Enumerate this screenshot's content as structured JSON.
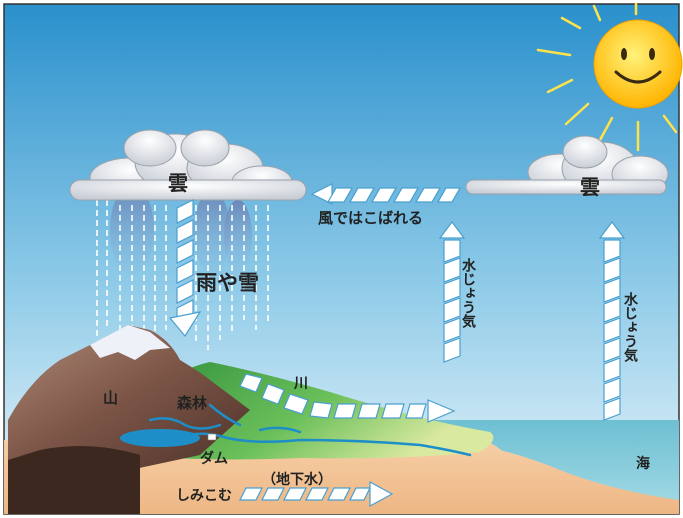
{
  "labels": {
    "cloud_left": "雲",
    "cloud_right": "雲",
    "rain_snow": "雨や雪",
    "wind": "風ではこばれる",
    "vapor_mid": "水じょう気",
    "vapor_right": "水じょう気",
    "mountain": "山",
    "forest": "森林",
    "river": "川",
    "dam": "ダム",
    "groundwater": "（地下水）",
    "seep": "しみこむ",
    "sea": "海"
  },
  "colors": {
    "sky_top": "#2a90cc",
    "sky_bottom": "#e6f3fa",
    "sun": "#ffd23a",
    "sun_ray": "#ffe24a",
    "sea": "#8fd0dc",
    "sand": "#f3c49a",
    "mountain": "#8a6050",
    "forest": "#4aa850",
    "river": "#1e8ec8",
    "arrow_fill": "#ffffff",
    "arrow_stroke": "#4a9fd0"
  },
  "icons": {
    "sun": "smiling-sun-icon"
  }
}
